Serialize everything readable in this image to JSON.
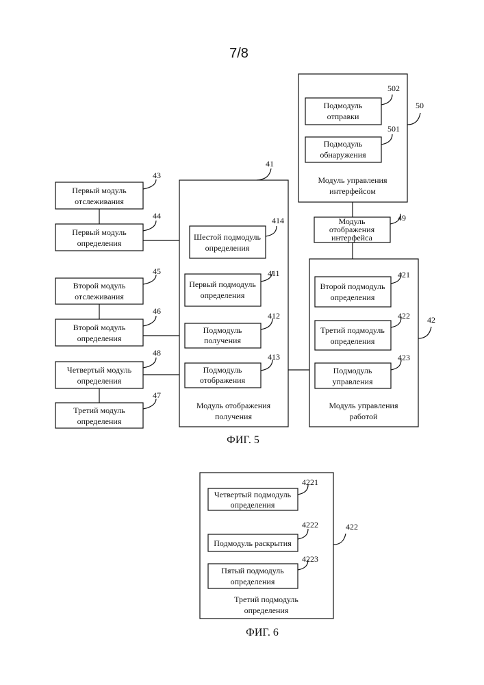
{
  "page_number": "7/8",
  "fig5": {
    "caption": "ФИГ. 5",
    "m43": {
      "num": "43",
      "l1": "Первый модуль",
      "l2": "отслеживания"
    },
    "m44": {
      "num": "44",
      "l1": "Первый модуль",
      "l2": "определения"
    },
    "m45": {
      "num": "45",
      "l1": "Второй модуль",
      "l2": "отслеживания"
    },
    "m46": {
      "num": "46",
      "l1": "Второй модуль",
      "l2": "определения"
    },
    "m48": {
      "num": "48",
      "l1": "Четвертый модуль",
      "l2": "определения"
    },
    "m47": {
      "num": "47",
      "l1": "Третий модуль",
      "l2": "определения"
    },
    "m41": {
      "num": "41",
      "l1": "Модуль отображения",
      "l2": "получения"
    },
    "s414": {
      "num": "414",
      "l1": "Шестой подмодуль",
      "l2": "определения"
    },
    "s411": {
      "num": "411",
      "l1": "Первый подмодуль",
      "l2": "определения"
    },
    "s412": {
      "num": "412",
      "l1": "Подмодуль",
      "l2": "получения"
    },
    "s413": {
      "num": "413",
      "l1": "Подмодуль",
      "l2": "отображения"
    },
    "m50": {
      "num": "50",
      "l1": "Модуль управления",
      "l2": "интерфейсом"
    },
    "s502": {
      "num": "502",
      "l1": "Подмодуль",
      "l2": "отправки"
    },
    "s501": {
      "num": "501",
      "l1": "Подмодуль",
      "l2": "обнаружения"
    },
    "m49": {
      "num": "49",
      "l1": "Модуль",
      "l2": "отображения",
      "l3": "интерфейса"
    },
    "m42": {
      "num": "42",
      "l1": "Модуль управления",
      "l2": "работой"
    },
    "s421": {
      "num": "421",
      "l1": "Второй подмодуль",
      "l2": "определения"
    },
    "s422": {
      "num": "422",
      "l1": "Третий подмодуль",
      "l2": "определения"
    },
    "s423": {
      "num": "423",
      "l1": "Подмодуль",
      "l2": "управления"
    }
  },
  "fig6": {
    "caption": "ФИГ. 6",
    "m422": {
      "num": "422",
      "l1": "Третий подмодуль",
      "l2": "определения"
    },
    "s4221": {
      "num": "4221",
      "l1": "Четвертый подмодуль",
      "l2": "определения"
    },
    "s4222": {
      "num": "4222",
      "l1": "Подмодуль раскрытия"
    },
    "s4223": {
      "num": "4223",
      "l1": "Пятый подмодуль",
      "l2": "определения"
    }
  }
}
